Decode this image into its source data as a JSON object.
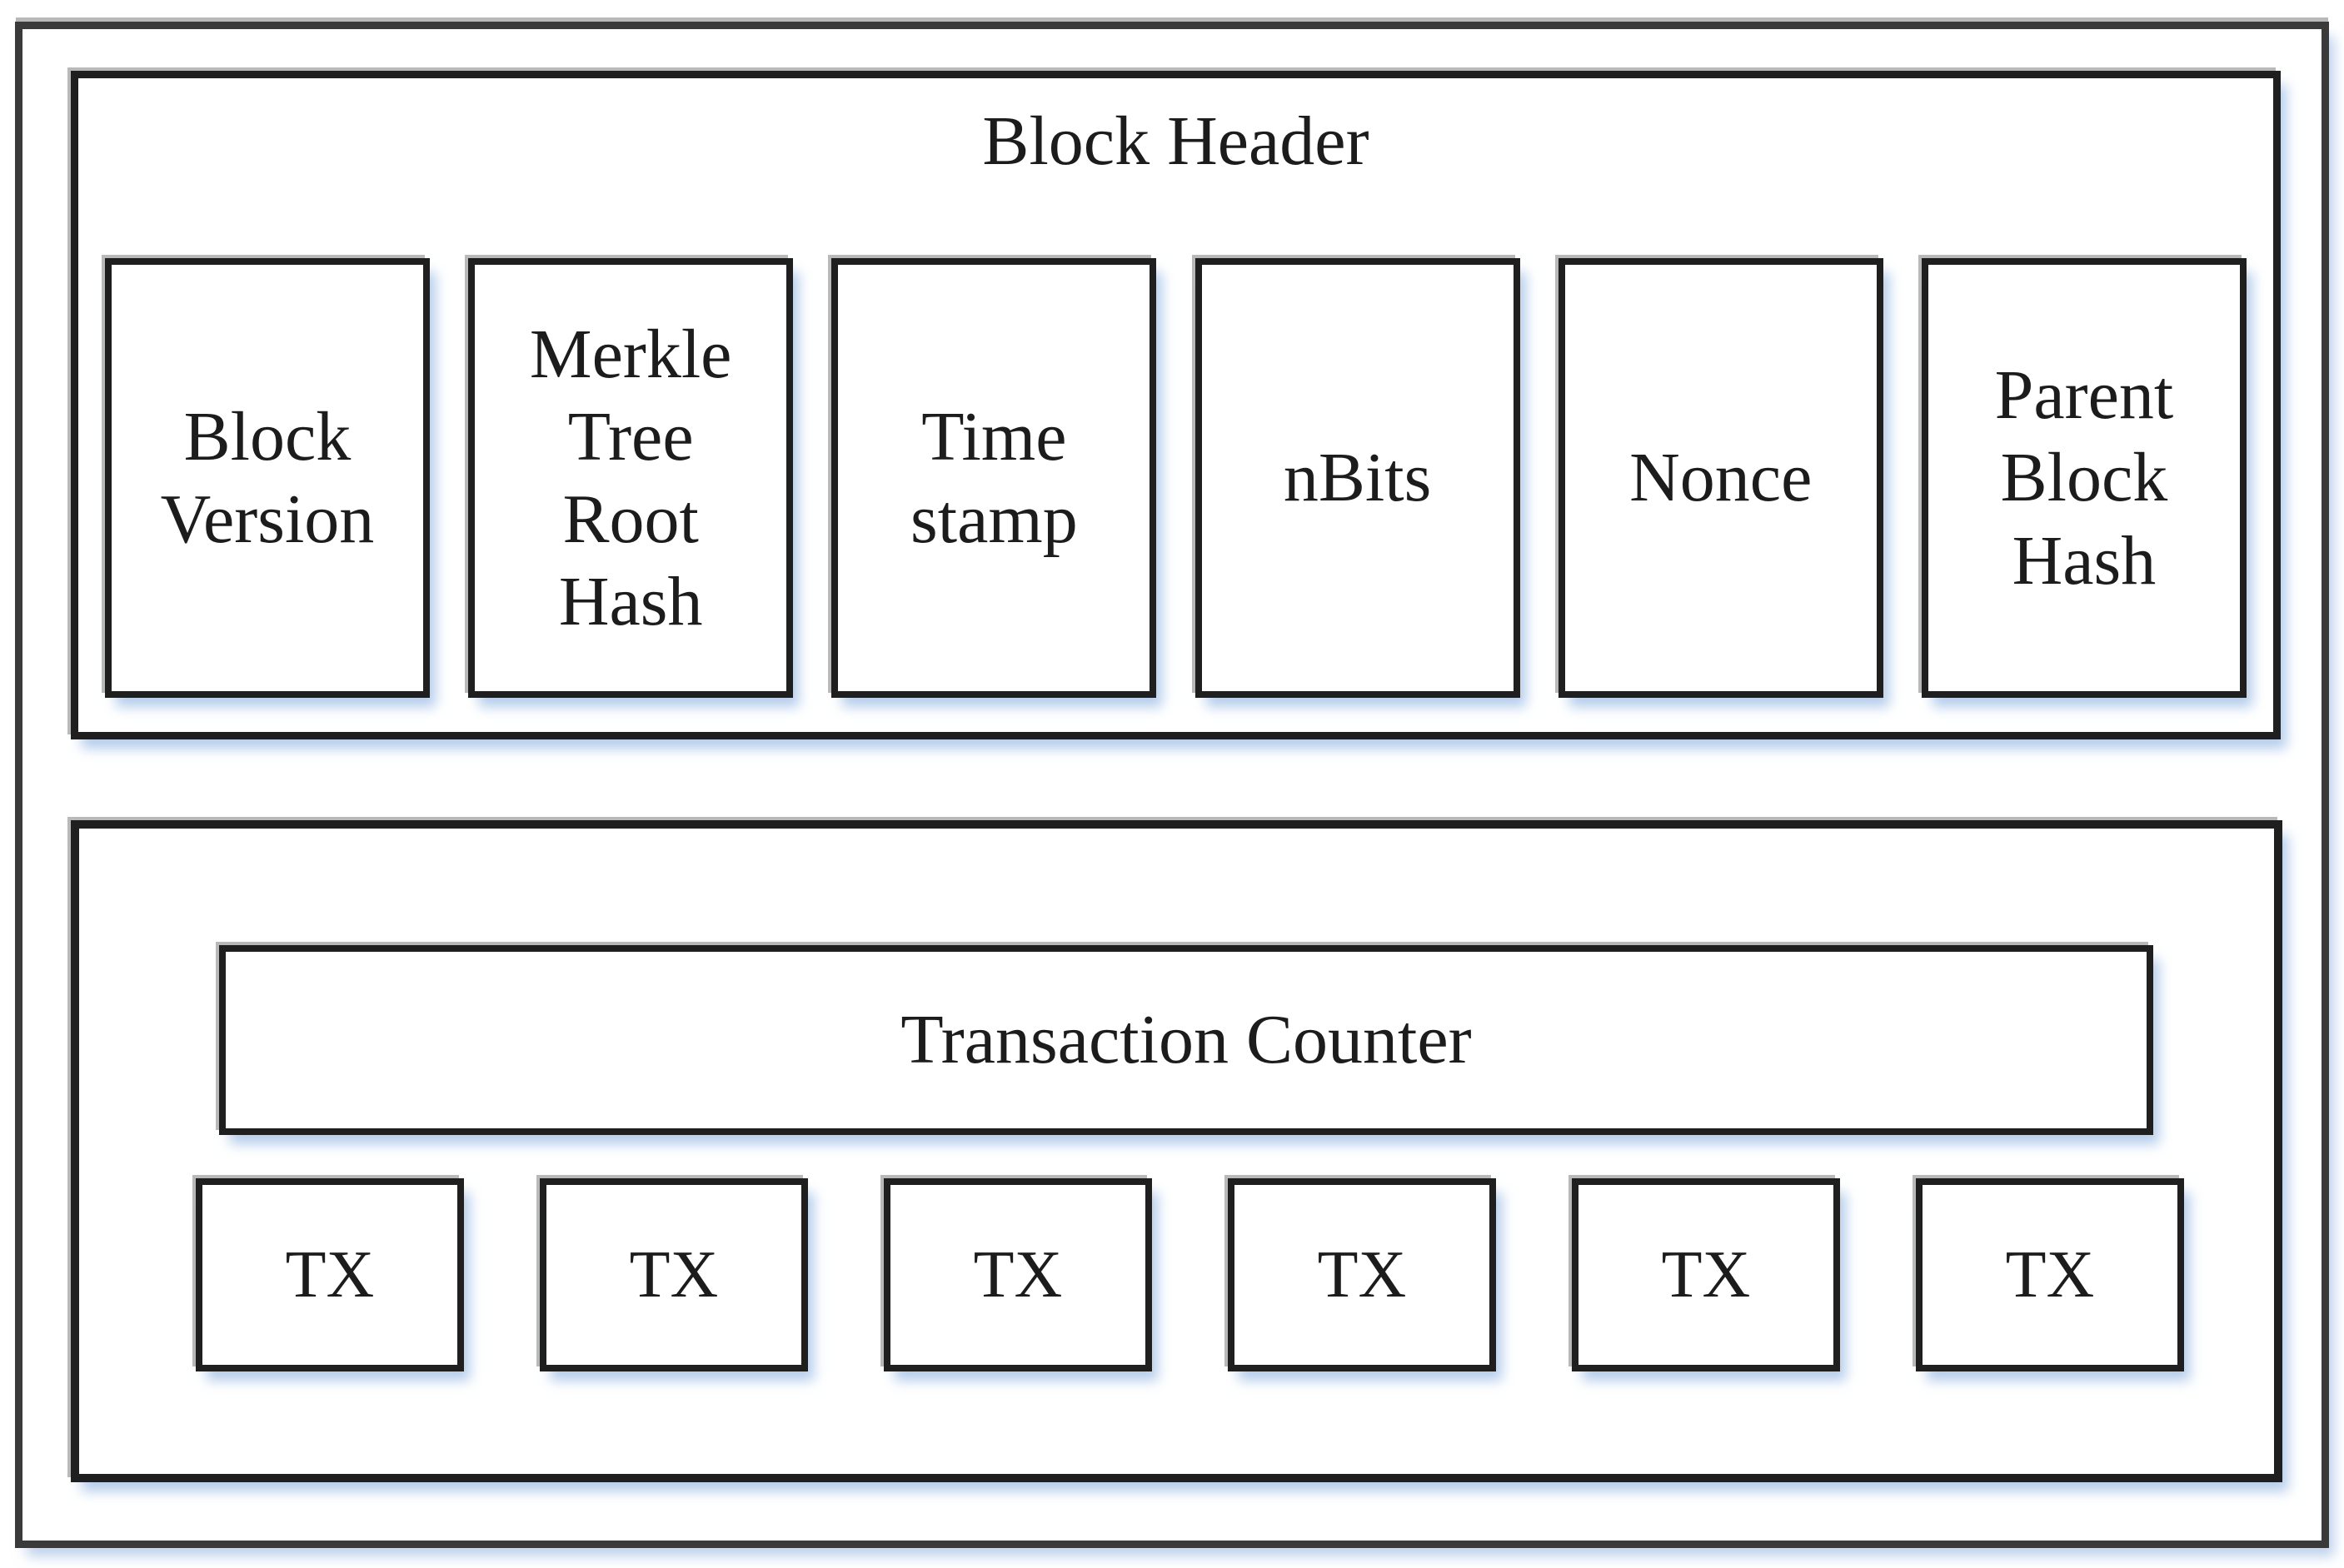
{
  "diagram": {
    "title": "Block Header",
    "header_fields": [
      {
        "label": "Block\nVersion"
      },
      {
        "label": "Merkle\nTree\nRoot\nHash"
      },
      {
        "label": "Time\nstamp"
      },
      {
        "label": "nBits"
      },
      {
        "label": "Nonce"
      },
      {
        "label": "Parent\nBlock\nHash"
      }
    ],
    "transactions_section": {
      "counter_label": "Transaction Counter",
      "transactions": [
        {
          "label": "TX"
        },
        {
          "label": "TX"
        },
        {
          "label": "TX"
        },
        {
          "label": "TX"
        },
        {
          "label": "TX"
        },
        {
          "label": "TX"
        }
      ]
    },
    "colors": {
      "background": "#ffffff",
      "outer_border": "#3a3a3a",
      "box_border": "#1f1f1f",
      "text": "#1c1c1c",
      "bevel_gray": "#808080",
      "shadow_blue": "#96b7e2"
    }
  }
}
